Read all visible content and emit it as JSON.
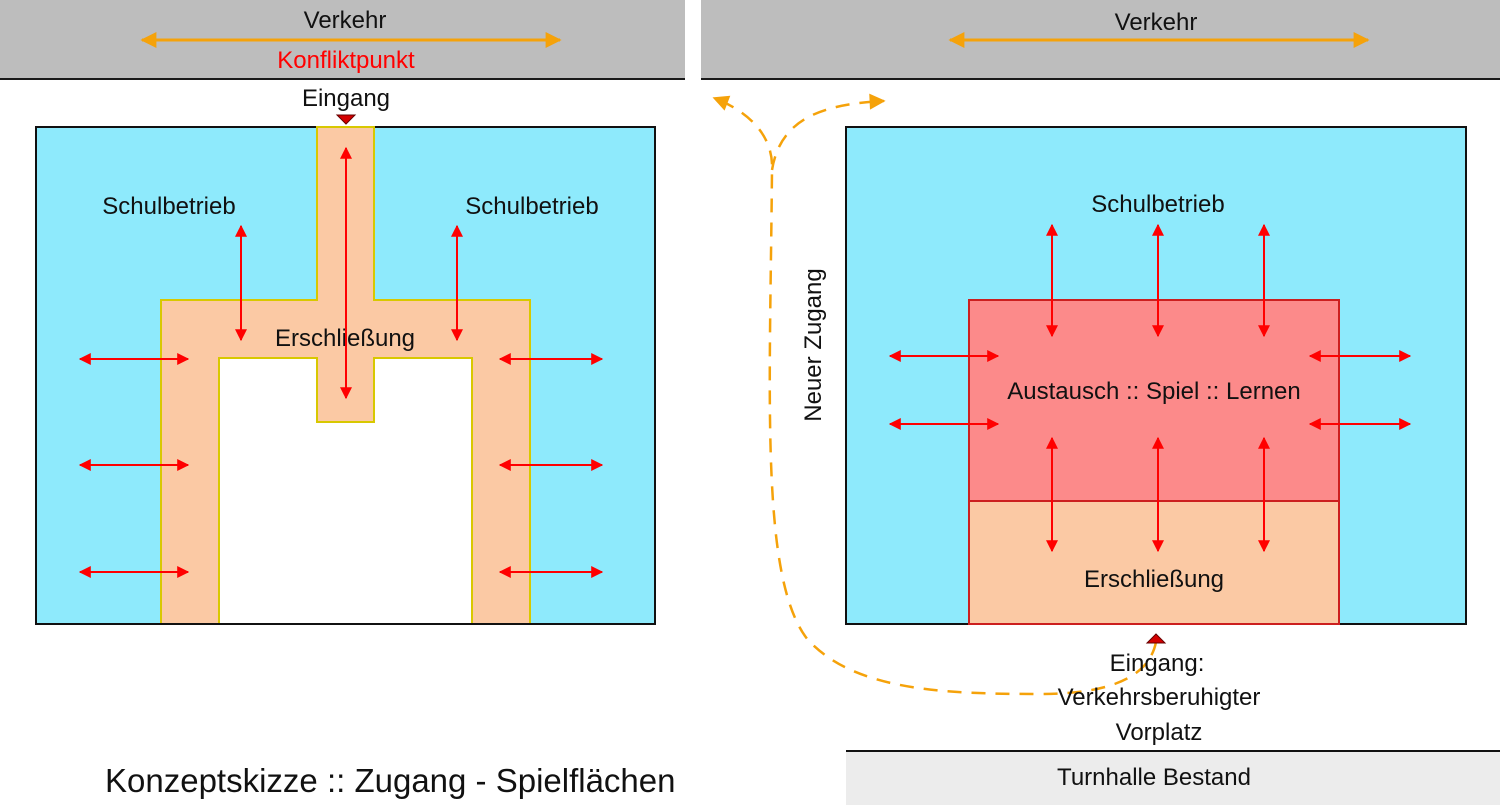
{
  "left_panel": {
    "traffic_label": "Verkehr",
    "conflict_label": "Konfliktpunkt",
    "entrance_label": "Eingang",
    "school_left_label": "Schulbetrieb",
    "school_right_label": "Schulbetrieb",
    "circulation_label": "Erschließung"
  },
  "right_panel": {
    "traffic_label": "Verkehr",
    "new_access_label": "Neuer Zugang",
    "school_label": "Schulbetrieb",
    "exchange_label": "Austausch :: Spiel :: Lernen",
    "circulation_label": "Erschließung",
    "entrance_line1": "Eingang:",
    "entrance_line2": "Verkehrsberuhigter",
    "entrance_line3": "Vorplatz",
    "gym_label": "Turnhalle Bestand"
  },
  "caption": "Konzeptskizze :: Zugang - Spielflächen",
  "colors": {
    "road": "#bdbdbd",
    "road_light": "#ececec",
    "building": "#8eeafc",
    "circulation": "#fbc9a4",
    "exchange": "#fc8a8a",
    "arrow_red": "#ff0000",
    "arrow_orange": "#f5a20a",
    "conflict_text": "#ff0000"
  }
}
